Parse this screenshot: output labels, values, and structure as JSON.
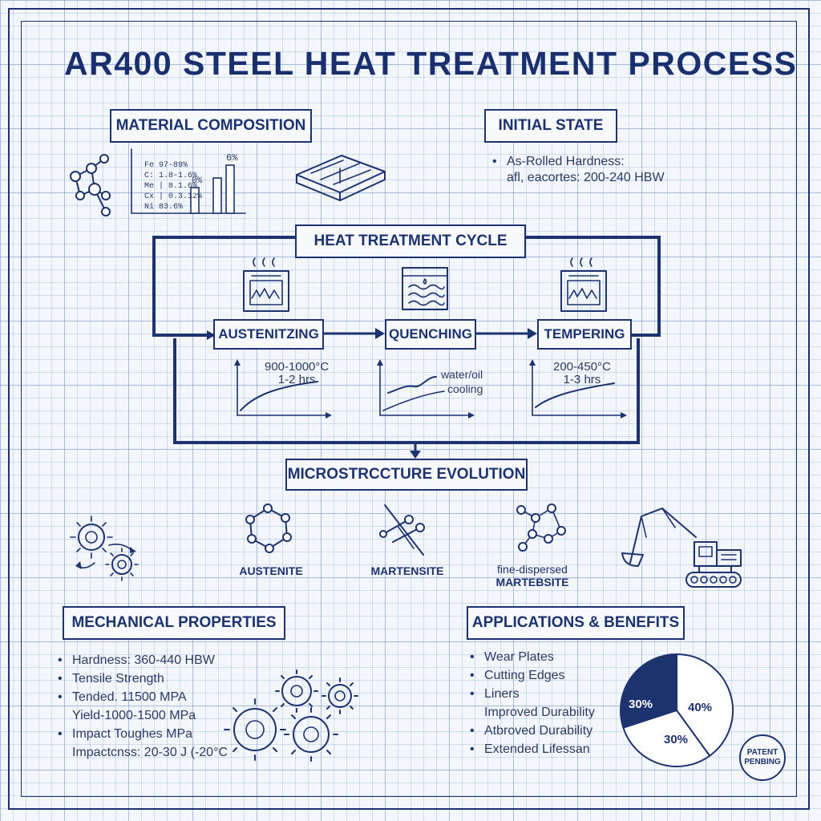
{
  "title": "AR400 STEEL HEAT TREATMENT PROCESS",
  "material_composition": {
    "heading": "MATERIAL COMPOSITION",
    "rows": [
      "Fe  97-89%",
      "C:  1.8-1.6%",
      "Me  | 8.1.6%",
      "Cx  | 0.3.12%",
      "Ni  83.6%"
    ],
    "bar_labels": [
      "0%",
      "6%"
    ]
  },
  "initial_state": {
    "heading": "INITIAL STATE",
    "line1": "As-Rolled Hardness:",
    "line2": "afl, eacortes: 200-240 HBW"
  },
  "cycle": {
    "heading": "HEAT TREATMENT CYCLE",
    "steps": [
      {
        "label": "AUSTENITZING",
        "line1": "900-1000°C",
        "line2": "1-2 hrs"
      },
      {
        "label": "QUENCHING",
        "line1": "water/oil",
        "line2": "cooling"
      },
      {
        "label": "TEMPERING",
        "line1": "200-450°C",
        "line2": "1-3 hrs"
      }
    ]
  },
  "microstructure": {
    "heading": "MICROSTRCCTURE EVOLUTION",
    "austenite": "AUSTENITE",
    "martensite": "MARTENSITE",
    "fine_line1": "fine-dispersed",
    "fine_line2": "MARTEBSITE"
  },
  "mechanical": {
    "heading": "MECHANICAL PROPERTIES",
    "items": [
      "Hardness: 360-440 HBW",
      "Tensile Strength",
      "Tended. 11500 MPA"
    ],
    "item3_cont": "Yield-1000-1500 MPa",
    "item4": "Impact Toughes MPa",
    "item4_cont": "Impactcnss: 20-30 J (-20°C"
  },
  "applications": {
    "heading": "APPLICATIONS & BENEFITS",
    "items": [
      "Wear Plates",
      "Cutting Edges",
      "Liners"
    ],
    "cont": "Improved Durability",
    "items2": [
      "Atbroved Durability",
      "Extended Lifessan"
    ]
  },
  "pie": {
    "slices": [
      {
        "label": "30%",
        "value": 30,
        "color": "#1d3370"
      },
      {
        "label": "40%",
        "value": 40,
        "color": "#ffffff"
      },
      {
        "label": "30%",
        "value": 30,
        "color": "#ffffff"
      }
    ]
  },
  "stamp": {
    "line1": "PATENT",
    "line2": "PENBING"
  },
  "colors": {
    "ink": "#1d3370",
    "paper": "#f3f6fb"
  }
}
